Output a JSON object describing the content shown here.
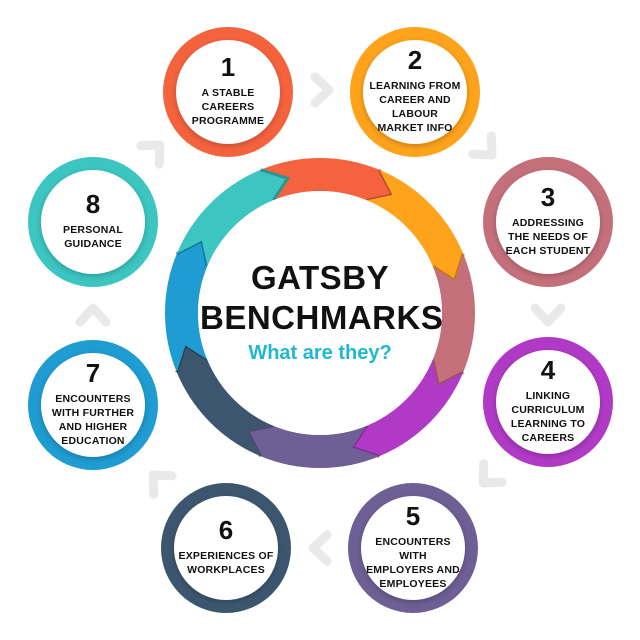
{
  "centre": {
    "title_line1": "GATSBY",
    "title_line2": "BENCHMARKS",
    "subtitle": "What are they?",
    "subtitle_color": "#1fb8cf"
  },
  "benchmarks": [
    {
      "number": "1",
      "lines": [
        "A STABLE",
        "CAREERS",
        "PROGRAMME"
      ],
      "color": "#f5623e"
    },
    {
      "number": "2",
      "lines": [
        "LEARNING FROM",
        "CAREER AND",
        "LABOUR",
        "MARKET INFO"
      ],
      "color": "#fea31b"
    },
    {
      "number": "3",
      "lines": [
        "ADDRESSING",
        "THE NEEDS OF",
        "EACH STUDENT"
      ],
      "color": "#c4707b"
    },
    {
      "number": "4",
      "lines": [
        "LINKING",
        "CURRICULUM",
        "LEARNING TO",
        "CAREERS"
      ],
      "color": "#b03ac6"
    },
    {
      "number": "5",
      "lines": [
        "ENCOUNTERS",
        "WITH",
        "EMPLOYERS AND",
        "EMPLOYEES"
      ],
      "color": "#6e5f94"
    },
    {
      "number": "6",
      "lines": [
        "EXPERIENCES OF",
        "WORKPLACES"
      ],
      "color": "#3d566f"
    },
    {
      "number": "7",
      "lines": [
        "ENCOUNTERS",
        "WITH FURTHER",
        "AND HIGHER",
        "EDUCATION"
      ],
      "color": "#1f9cd2"
    },
    {
      "number": "8",
      "lines": [
        "PERSONAL",
        "GUIDANCE"
      ],
      "color": "#3cc5c1"
    }
  ]
}
